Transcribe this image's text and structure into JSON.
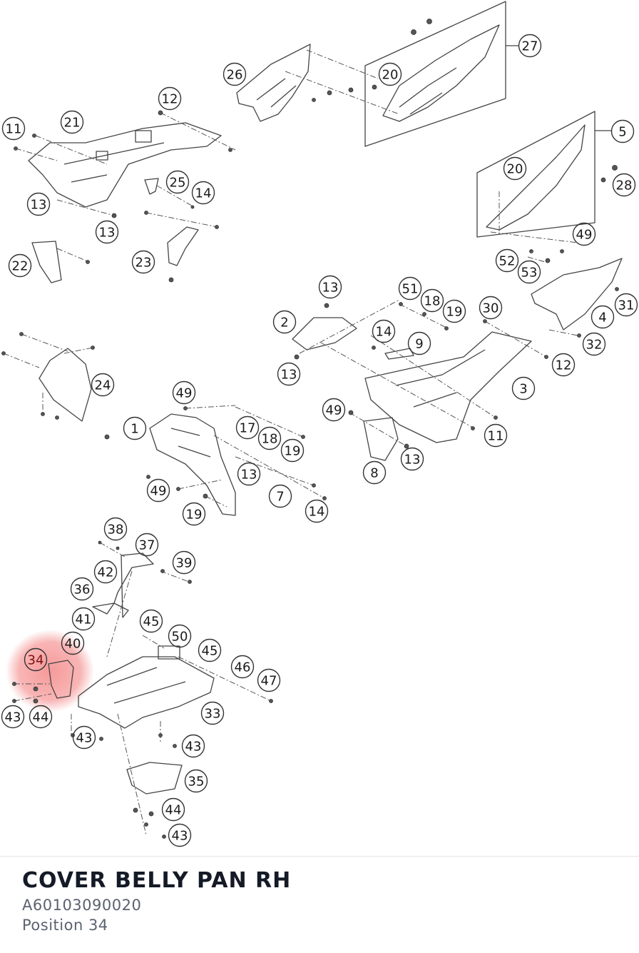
{
  "diagram": {
    "callouts": [
      "1",
      "2",
      "3",
      "4",
      "5",
      "7",
      "8",
      "9",
      "11",
      "12",
      "13",
      "14",
      "17",
      "18",
      "19",
      "20",
      "21",
      "22",
      "23",
      "24",
      "25",
      "26",
      "27",
      "28",
      "30",
      "31",
      "32",
      "33",
      "34",
      "35",
      "36",
      "37",
      "38",
      "39",
      "40",
      "41",
      "42",
      "43",
      "44",
      "45",
      "46",
      "47",
      "49",
      "50",
      "51",
      "52",
      "53"
    ],
    "highlighted_callout": "34",
    "highlight_color": "#f26b6b"
  },
  "part": {
    "title": "COVER BELLY PAN RH",
    "number": "A60103090020",
    "position": "Position 34"
  }
}
